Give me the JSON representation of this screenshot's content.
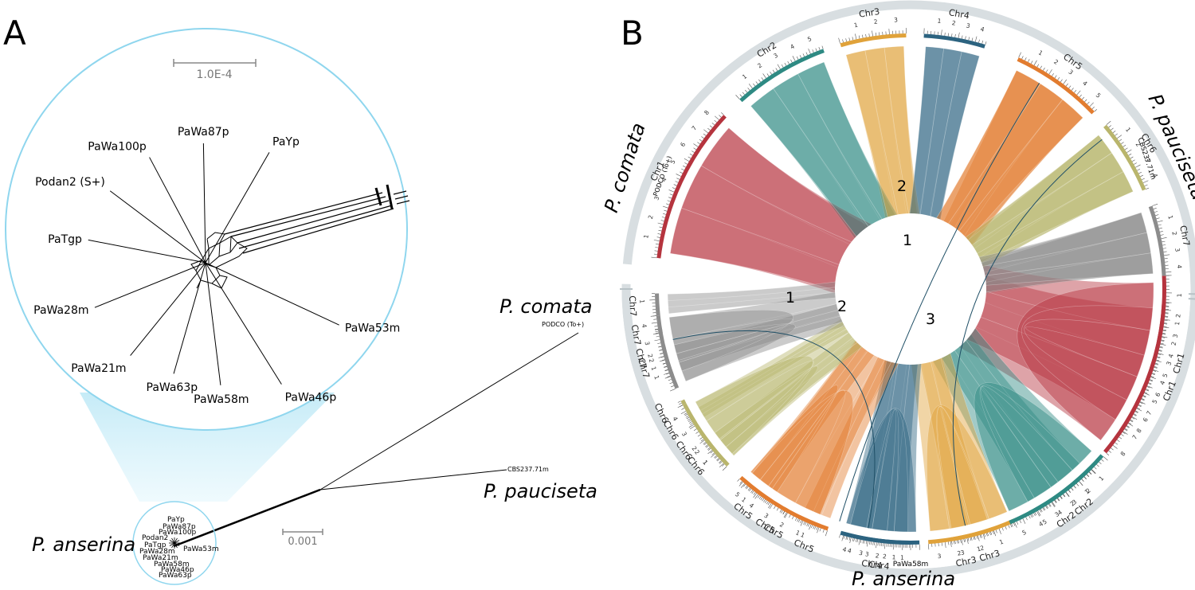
{
  "panel_a": {
    "label": "A",
    "zoom_scale": "1.0E-4",
    "main_scale": "0.001",
    "zoom_taxa": [
      {
        "name": "PaYp",
        "ang": -60,
        "len": 160
      },
      {
        "name": "PaWa87p",
        "ang": -91,
        "len": 150
      },
      {
        "name": "PaWa100p",
        "ang": -118,
        "len": 150
      },
      {
        "name": "Podan2 (S+)",
        "ang": -143,
        "len": 150
      },
      {
        "name": "PaTgp",
        "ang": -169,
        "len": 150
      },
      {
        "name": "PaWa28m",
        "ang": 158,
        "len": 150
      },
      {
        "name": "PaWa21m",
        "ang": 129,
        "len": 150
      },
      {
        "name": "PaWa63p",
        "ang": 106,
        "len": 145
      },
      {
        "name": "PaWa58m",
        "ang": 83,
        "len": 155
      },
      {
        "name": "PaWa46p",
        "ang": 58,
        "len": 180
      },
      {
        "name": "PaWa53m",
        "ang": 25,
        "len": 185
      }
    ],
    "small_taxa": [
      "PaYp",
      "PaWa87p",
      "PaWa100p",
      "Podan2",
      "PaTgp",
      "PaWa28m",
      "PaWa53m",
      "PaWa21m",
      "PaWa58m",
      "PaWa46p",
      "PaWa63p"
    ],
    "species": [
      {
        "name": "P. comata",
        "strain": "PODCO (To+)"
      },
      {
        "name": "P. pauciseta",
        "strain": "CBS237.71m"
      },
      {
        "name": "P. anserina",
        "strain": ""
      }
    ]
  },
  "panel_b": {
    "label": "B",
    "species": [
      {
        "name": "P. pauciseta",
        "strain": "CBS237.71m",
        "group": "pauciseta"
      },
      {
        "name": "P. anserina",
        "strain": "PaWa58m",
        "group": "anserina"
      },
      {
        "name": "P. comata",
        "strain": "PODCO (To+)",
        "group": "comata"
      }
    ],
    "colors": {
      "Chr1": "#b5343e",
      "Chr2": "#2e8a83",
      "Chr3": "#e0a23a",
      "Chr4": "#2c6380",
      "Chr5": "#e27c2f",
      "Chr6": "#b9b56c",
      "Chr7": "#8c8c8c"
    },
    "chromosomes": [
      {
        "id": "p1",
        "group": "pauciseta",
        "name": "Chr1",
        "start": 87,
        "end": 124,
        "ticks": [
          "1",
          "2",
          "3",
          "4",
          "5",
          "6",
          "7",
          "8"
        ]
      },
      {
        "id": "p2",
        "group": "pauciseta",
        "name": "Chr2",
        "start": 131,
        "end": 152,
        "ticks": [
          "1",
          "2",
          "3",
          "4",
          "5"
        ]
      },
      {
        "id": "p3",
        "group": "pauciseta",
        "name": "Chr3",
        "start": 156,
        "end": 171,
        "ticks": [
          "1",
          "2",
          "3"
        ]
      },
      {
        "id": "p4",
        "group": "pauciseta",
        "name": "Chr4",
        "start": 178,
        "end": 195,
        "ticks": [
          "1",
          "2",
          "3",
          "4"
        ]
      },
      {
        "id": "p5a",
        "group": "pauciseta",
        "name": "Chr5",
        "start": 199,
        "end": 206,
        "ticks": [
          "1"
        ]
      },
      {
        "id": "p5b",
        "group": "pauciseta",
        "name": "Chr5",
        "start": 209,
        "end": 210,
        "ticks": []
      },
      {
        "id": "p5c",
        "group": "pauciseta",
        "name": "Chr5",
        "start": 213,
        "end": 221,
        "ticks": [
          "1"
        ]
      },
      {
        "id": "p6a",
        "group": "pauciseta",
        "name": "Chr6",
        "start": 227,
        "end": 234,
        "ticks": [
          "1",
          "2"
        ]
      },
      {
        "id": "p6b",
        "group": "pauciseta",
        "name": "Chr6",
        "start": 238,
        "end": 241,
        "ticks": []
      },
      {
        "id": "p6c",
        "group": "pauciseta",
        "name": "Chr6",
        "start": 243,
        "end": 244,
        "ticks": []
      },
      {
        "id": "p7a",
        "group": "pauciseta",
        "name": "Chr7",
        "start": 250,
        "end": 257,
        "ticks": [
          "1",
          "2"
        ]
      },
      {
        "id": "p7b",
        "group": "pauciseta",
        "name": "Chr7",
        "start": 260,
        "end": 261,
        "ticks": []
      },
      {
        "id": "p7c",
        "group": "pauciseta",
        "name": "Chr7",
        "start": 264,
        "end": 269,
        "ticks": [
          "1"
        ]
      },
      {
        "id": "a1",
        "group": "anserina",
        "name": "Chr1",
        "start": 277,
        "end": 313,
        "ticks": [
          "1",
          "2",
          "3",
          "4",
          "5",
          "6",
          "7",
          "8"
        ]
      },
      {
        "id": "a2",
        "group": "anserina",
        "name": "Chr2",
        "start": 318,
        "end": 340,
        "ticks": [
          "1",
          "2",
          "3",
          "4",
          "5"
        ]
      },
      {
        "id": "a3",
        "group": "anserina",
        "name": "Chr3",
        "start": 344,
        "end": 359,
        "ticks": [
          "1",
          "2",
          "3"
        ]
      },
      {
        "id": "a4",
        "group": "anserina",
        "name": "Chr4",
        "start": 363,
        "end": 377,
        "ticks": [
          "1",
          "2",
          "3",
          "4"
        ]
      },
      {
        "id": "a5",
        "group": "anserina",
        "name": "Chr5",
        "start": 385,
        "end": 406,
        "ticks": [
          "1",
          "2",
          "3",
          "4",
          "5"
        ]
      },
      {
        "id": "a6",
        "group": "anserina",
        "name": "Chr6",
        "start": 410,
        "end": 427,
        "ticks": [
          "1",
          "2",
          "3",
          "4"
        ]
      },
      {
        "id": "a7",
        "group": "anserina",
        "name": "Chr7",
        "start": 431,
        "end": 447,
        "ticks": [
          "1",
          "2",
          "3",
          "4"
        ]
      },
      {
        "id": "c1",
        "group": "comata",
        "name": "Chr1",
        "start": 453,
        "end": 490,
        "ticks": [
          "1",
          "2",
          "3",
          "4",
          "5",
          "6",
          "7",
          "8"
        ]
      },
      {
        "id": "c2",
        "group": "comata",
        "name": "Chr2",
        "start": 495,
        "end": 517,
        "ticks": [
          "1",
          "2",
          "3",
          "4",
          "5"
        ]
      },
      {
        "id": "c3",
        "group": "comata",
        "name": "Chr3",
        "start": 521,
        "end": 536,
        "ticks": [
          "1",
          "2",
          "3"
        ]
      },
      {
        "id": "c4",
        "group": "comata",
        "name": "Chr4",
        "start": 540,
        "end": 556,
        "ticks": [
          "1",
          "2",
          "3",
          "4"
        ]
      },
      {
        "id": "c5",
        "group": "comata",
        "name": "Chr5",
        "start": 561,
        "end": 582,
        "ticks": [
          "1",
          "2",
          "3",
          "4",
          "5"
        ]
      },
      {
        "id": "c6",
        "group": "comata",
        "name": "Chr6",
        "start": 586,
        "end": 603,
        "ticks": [
          "1",
          "2",
          "3",
          "4"
        ]
      },
      {
        "id": "c7",
        "group": "comata",
        "name": "Chr7",
        "start": 607,
        "end": 624,
        "ticks": [
          "1",
          "2",
          "3",
          "4"
        ]
      }
    ],
    "links": [
      {
        "from": "c1",
        "to": "a1"
      },
      {
        "from": "c2",
        "to": "a2"
      },
      {
        "from": "c3",
        "to": "a3"
      },
      {
        "from": "c4",
        "to": "a4"
      },
      {
        "from": "c5",
        "to": "a5"
      },
      {
        "from": "c6",
        "to": "a6"
      },
      {
        "from": "c7",
        "to": "a7"
      },
      {
        "from": "p1",
        "to": "a1"
      },
      {
        "from": "p2",
        "to": "a2"
      },
      {
        "from": "p3",
        "to": "a3"
      },
      {
        "from": "p4",
        "to": "a4"
      },
      {
        "from": "p5a",
        "to": "a5"
      },
      {
        "from": "p5c",
        "to": "a5"
      },
      {
        "from": "p6a",
        "to": "a6"
      },
      {
        "from": "p6b",
        "to": "a6"
      },
      {
        "from": "p7a",
        "to": "a7"
      },
      {
        "from": "p7c",
        "to": "a7"
      },
      {
        "from": "c1",
        "to": "p1"
      },
      {
        "from": "c2",
        "to": "p2"
      },
      {
        "from": "c3",
        "to": "p3"
      },
      {
        "from": "c4",
        "to": "p4"
      },
      {
        "from": "c5",
        "to": "p5c"
      },
      {
        "from": "c6",
        "to": "p6a"
      },
      {
        "from": "c7",
        "to": "p7a"
      }
    ],
    "markers": [
      "1",
      "1",
      "2",
      "2",
      "3"
    ]
  }
}
